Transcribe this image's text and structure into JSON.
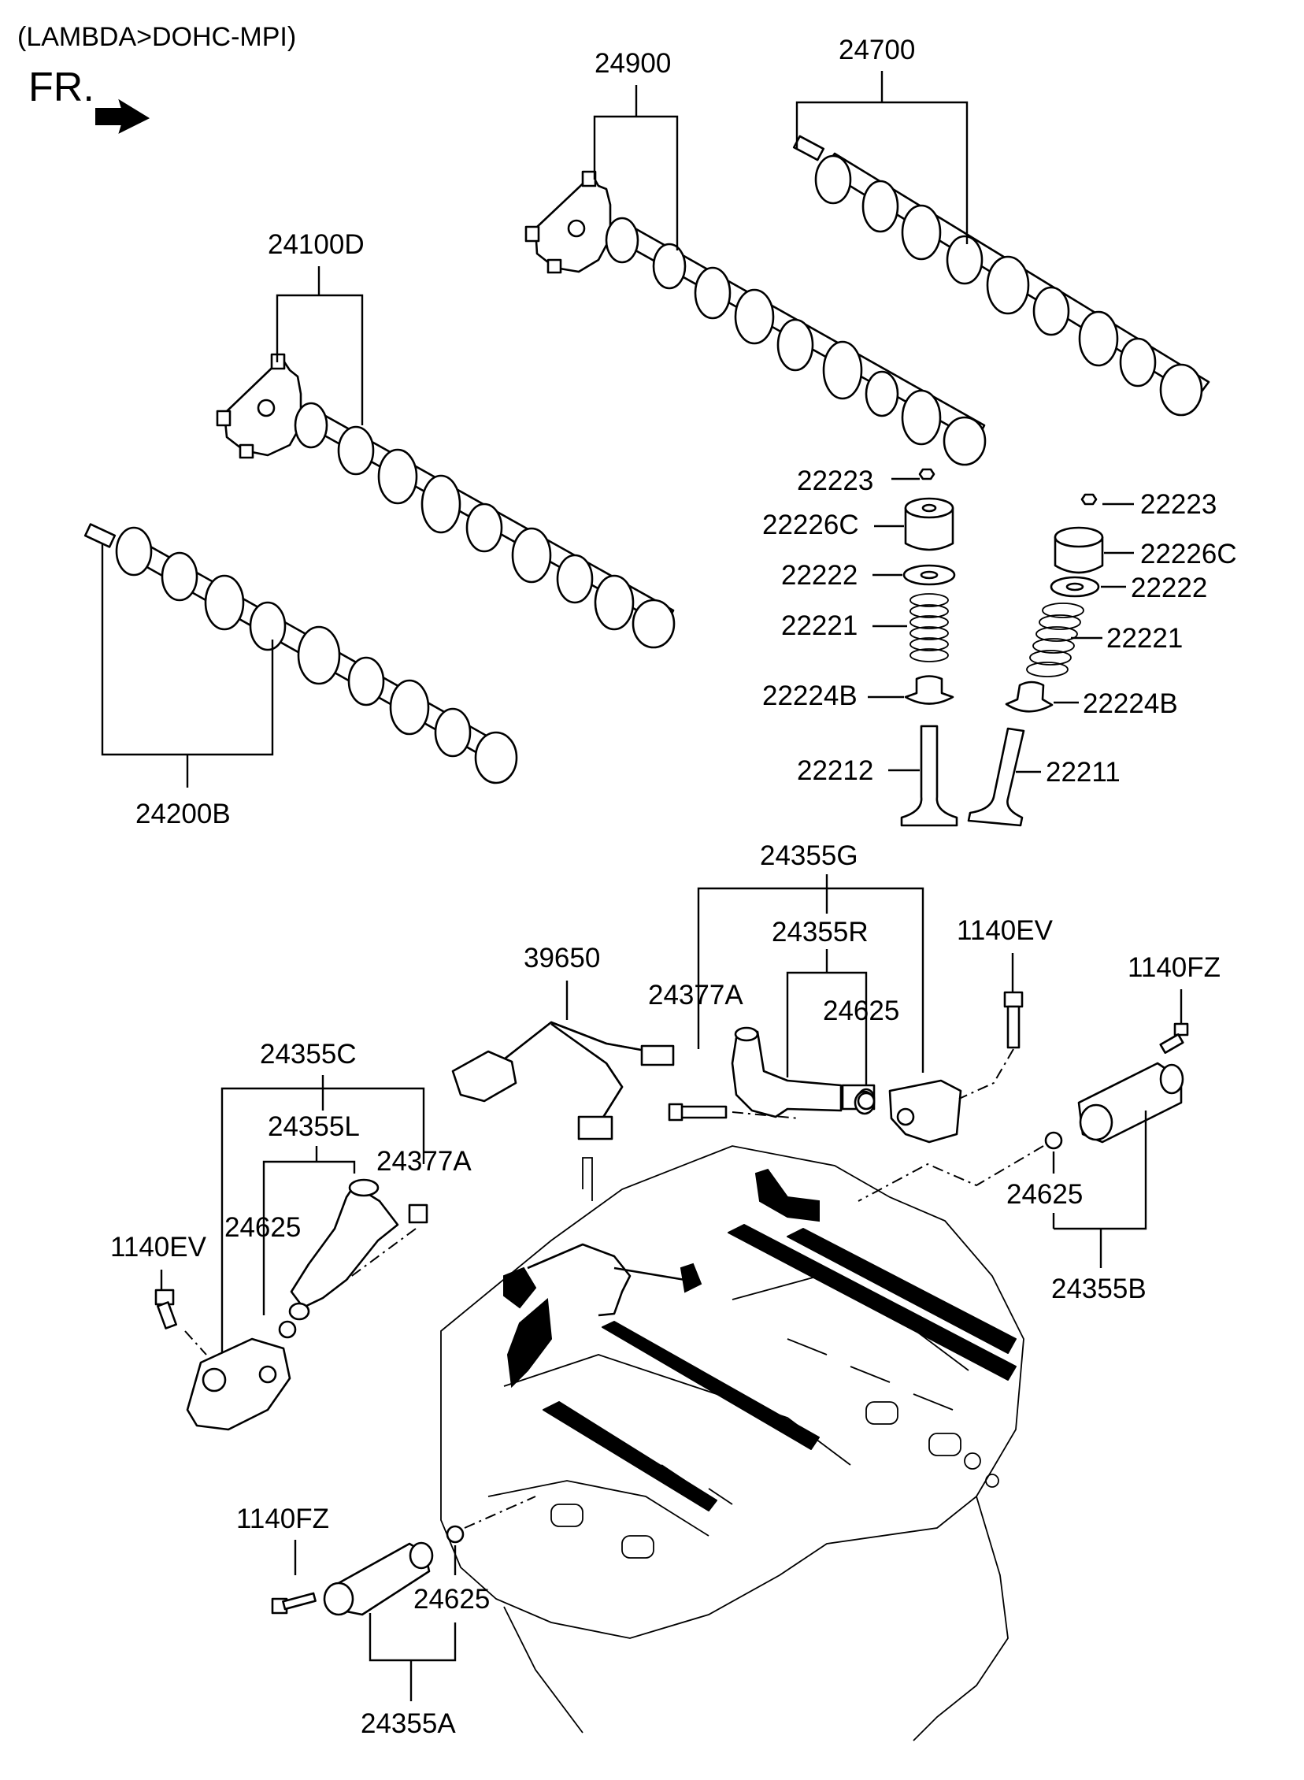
{
  "header": {
    "engine": "(LAMBDA>DOHC-MPI)",
    "direction": "FR."
  },
  "callouts": {
    "c24900": "24900",
    "c24700": "24700",
    "c24100D": "24100D",
    "c24200B": "24200B",
    "c22223_a": "22223",
    "c22226C_a": "22226C",
    "c22222_a": "22222",
    "c22221_a": "22221",
    "c22224B_a": "22224B",
    "c22212": "22212",
    "c22223_b": "22223",
    "c22226C_b": "22226C",
    "c22222_b": "22222",
    "c22221_b": "22221",
    "c22224B_b": "22224B",
    "c22211": "22211",
    "c24355G": "24355G",
    "c24355R": "24355R",
    "c1140EV_a": "1140EV",
    "c1140FZ_a": "1140FZ",
    "c39650": "39650",
    "c24377A_a": "24377A",
    "c24625_a": "24625",
    "c24355C": "24355C",
    "c24355L": "24355L",
    "c24377A_b": "24377A",
    "c24625_b": "24625",
    "c1140EV_b": "1140EV",
    "c24625_c": "24625",
    "c24355B": "24355B",
    "c1140FZ_b": "1140FZ",
    "c24625_d": "24625",
    "c24355A": "24355A"
  },
  "colors": {
    "line": "#000000",
    "background": "#ffffff"
  },
  "icons": [
    "front-arrow-icon"
  ]
}
